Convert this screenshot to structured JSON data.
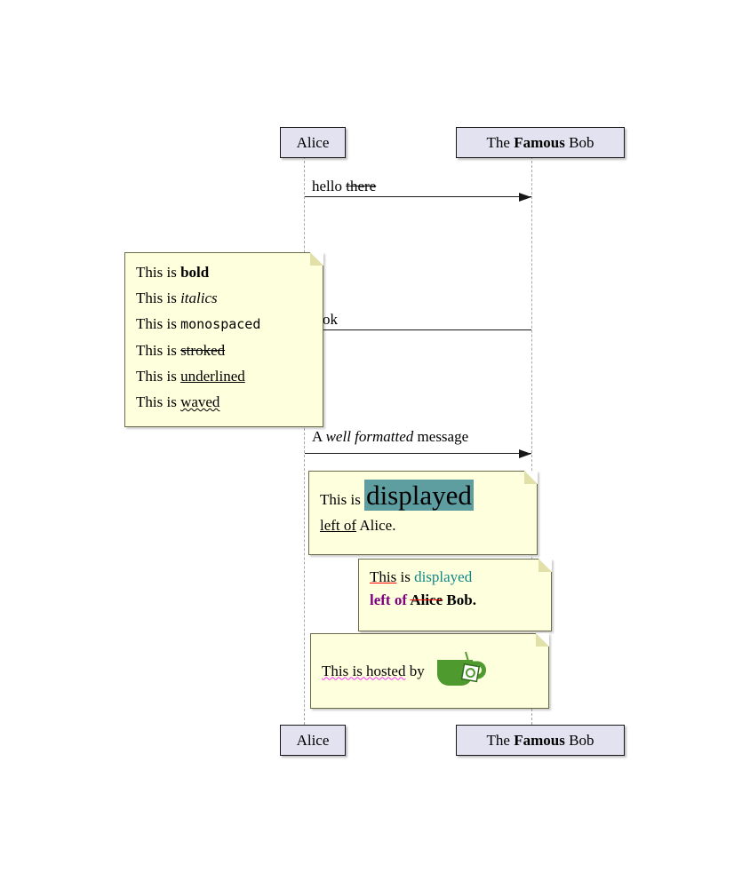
{
  "colors": {
    "participant_fill": "#E2E2F0",
    "participant_border": "#181818",
    "note_fill": "#FEFFDD",
    "note_border": "#6B6B49",
    "lifeline_gray": "#A9A9A9",
    "arrow_black": "#181818",
    "highlight_background": "#5F9EA0",
    "teal_text": "#118888",
    "purple_text": "#800080",
    "wave_pink": "#FF33FF",
    "red_mark": "#FF0000",
    "cup_green": "#4E9A2E",
    "cup_green_dark": "#2F6B1C"
  },
  "participants": {
    "alice": "Alice",
    "bob_pre": "The ",
    "bob_bold": "Famous",
    "bob_post": " Bob"
  },
  "messages": {
    "m1_pre": "hello ",
    "m1_struck": "there",
    "m2": "ok",
    "m3_pre": "A ",
    "m3_italic": "well formatted",
    "m3_post": " message"
  },
  "note_formats": {
    "l1_pre": "This is ",
    "l1_bold": "bold",
    "l2_pre": "This is ",
    "l2_italic": "italics",
    "l3_pre": "This is ",
    "l3_mono": "monospaced",
    "l4_pre": "This is ",
    "l4_struck": "stroked",
    "l5_pre": "This is ",
    "l5_underlined": "underlined",
    "l6_pre": "This is ",
    "l6_waved": "waved"
  },
  "note_left_of_alice": {
    "l1_pre": "This is ",
    "l1_big": "displayed",
    "l2_underlined": "left of",
    "l2_post": " Alice."
  },
  "note_left_of_bob": {
    "l1_underlined": "This",
    "l1_mid": " is ",
    "l1_teal": "displayed",
    "l2_purple": "left of ",
    "l2_struck": "Alice",
    "l2_post": " Bob."
  },
  "note_hosted": {
    "waved": "This is hosted",
    "post": " by",
    "icon": "teacup-icon"
  }
}
